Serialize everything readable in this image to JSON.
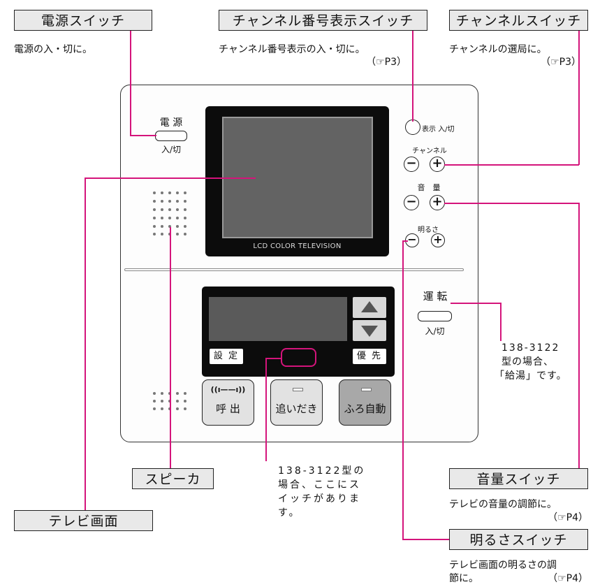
{
  "callouts": {
    "power": {
      "title": "電源スイッチ",
      "desc": "電源の入・切に。"
    },
    "channel_display": {
      "title": "チャンネル番号表示スイッチ",
      "desc": "チャンネル番号表示の入・切に。",
      "ref": "（☞P3）"
    },
    "channel": {
      "title": "チャンネルスイッチ",
      "desc": "チャンネルの選局に。",
      "ref": "（☞P3）"
    },
    "speaker": {
      "title": "スピーカ"
    },
    "tv_screen": {
      "title": "テレビ画面"
    },
    "volume": {
      "title": "音量スイッチ",
      "desc": "テレビの音量の調節に。",
      "ref": "（☞P4）"
    },
    "brightness": {
      "title": "明るさスイッチ",
      "desc_line1": "テレビ画面の明るさの調",
      "desc_line2": "節に。",
      "ref": "（☞P4）"
    },
    "model_note_switch": {
      "line1": "138-3122型の",
      "line2": "場合、ここにス",
      "line3": "イッチがありま",
      "line4": "す。"
    },
    "model_note_run": {
      "line1": "138-3122",
      "line2": "型の場合、",
      "line3": "「給湯」です。"
    }
  },
  "panel": {
    "power_label": "電 源",
    "power_sub": "入/切",
    "lcd_caption": "LCD COLOR TELEVISION",
    "display_toggle_label": "表示 入/切",
    "channel_label": "チャンネル",
    "volume_label": "音　量",
    "brightness_label": "明るさ",
    "minus_symbol": "−",
    "plus_symbol": "+",
    "run_label": "運 転",
    "run_sub": "入/切",
    "settings_label": "設 定",
    "priority_label": "優 先",
    "call_icon": "((ı——ı))",
    "call_label": "呼 出",
    "reheat_label": "追いだき",
    "auto_bath_label": "ふろ自動"
  },
  "colors": {
    "leader": "#d4147b",
    "label_box_bg": "#e9e9e9",
    "lcd": "#636363"
  }
}
